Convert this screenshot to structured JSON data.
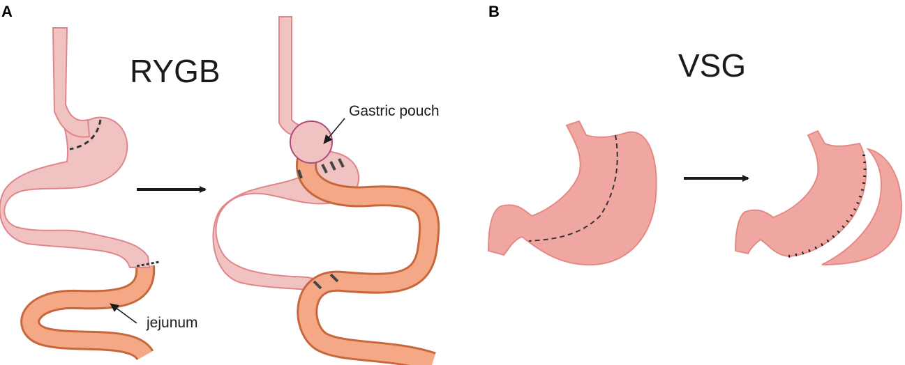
{
  "panels": {
    "a": {
      "letter": "A",
      "title": "RYGB"
    },
    "b": {
      "letter": "B",
      "title": "VSG"
    }
  },
  "labels": {
    "gastric_pouch": "Gastric pouch",
    "jejunum": "jejunum"
  },
  "colors": {
    "stomach_fill": "#f0c2c2",
    "stomach_stroke": "#e0868a",
    "jejunum_fill": "#f4a886",
    "jejunum_stroke": "#c8673b",
    "vsg_fill": "#f0a7a2",
    "vsg_dark": "#e48a85",
    "arrow": "#1a1a1a"
  }
}
